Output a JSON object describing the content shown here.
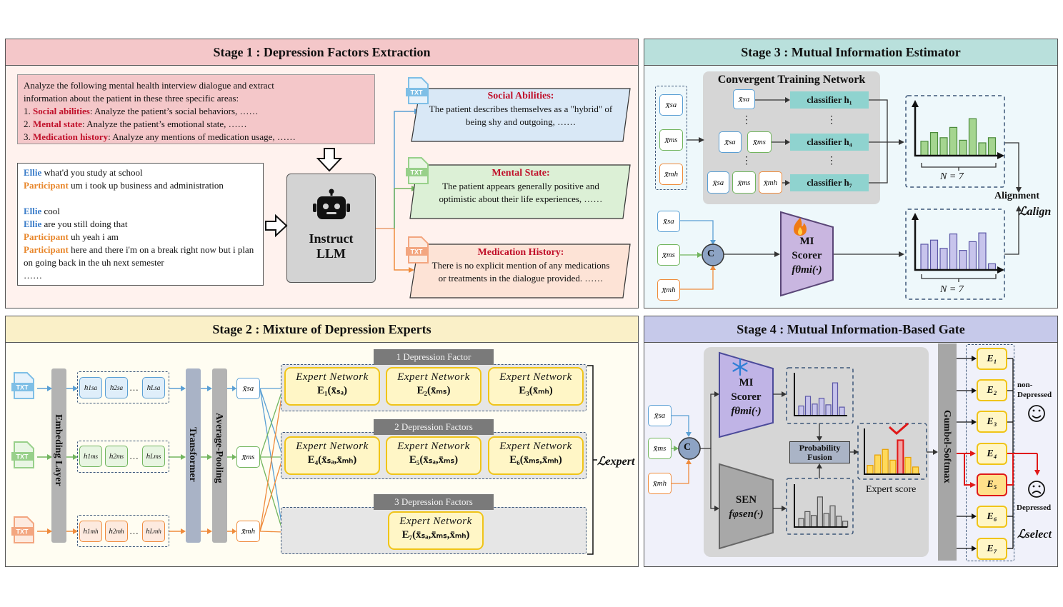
{
  "stage1": {
    "title": "Stage 1 : Depression Factors Extraction",
    "prompt_lines": [
      "Analyze the following mental health interview dialogue and extract",
      "information about the patient in these three specific areas:"
    ],
    "prompt_items": [
      {
        "num": "1. ",
        "key": "Social abilities",
        "rest": ": Analyze the patient’s social behaviors, ……"
      },
      {
        "num": "2. ",
        "key": "Mental state",
        "rest": ": Analyze the patient’s emotional state, ……"
      },
      {
        "num": "3. ",
        "key": "Medication history",
        "rest": ": Analyze any mentions of medication usage, ……"
      }
    ],
    "dialogue": [
      {
        "speaker": "Ellie",
        "text": " what'd you study at school"
      },
      {
        "speaker": "Participant",
        "text": " um i took up business and administration"
      },
      {
        "speaker": "Ellie",
        "text": " cool"
      },
      {
        "speaker": "Ellie",
        "text": " are you still doing that"
      },
      {
        "speaker": "Participant",
        "text": " uh yeah i am"
      },
      {
        "speaker": "Participant",
        "text": " here and there i'm on a break right now but i plan on going back in the uh next semester"
      }
    ],
    "dialogue_end": "……",
    "llm_label": [
      "Instruct",
      "LLM"
    ],
    "txt_label": "TXT",
    "outputs": [
      {
        "heading": "Social Abilities:",
        "body": "The patient describes themselves as a \"hybrid\" of being shy and outgoing, ……"
      },
      {
        "heading": "Mental State:",
        "body": "The patient appears generally positive and optimistic about their life experiences, ……"
      },
      {
        "heading": "Medication History:",
        "body": "There is no explicit mention of any medications or treatments in the dialogue provided. ……"
      }
    ]
  },
  "stage2": {
    "title": "Stage 2 : Mixture of Depression Experts",
    "embedding_label": "Embeding Layer",
    "transformer_label": "Transformer",
    "pooling_label": "Average-Pooling",
    "txt_label": "TXT",
    "factor_groups": [
      "1 Depression Factor",
      "2 Depression Factors",
      "3 Depression Factors"
    ],
    "expert_name": "Expert Network",
    "experts": [
      "E₁(x̄ₛₐ)",
      "E₂(x̄ₘₛ)",
      "E₃(x̄ₘₕ)",
      "E₄(x̄ₛₐ,x̄ₘₕ)",
      "E₅(x̄ₛₐ,x̄ₘₛ)",
      "E₆(x̄ₘₛ,x̄ₘₕ)",
      "E₇(x̄ₛₐ,x̄ₘₛ,x̄ₘₕ)"
    ],
    "loss_label": "ℒexpert"
  },
  "stage3": {
    "title": "Stage 3 : Mutual Information Estimator",
    "network_title": "Convergent Training Network",
    "classifiers": [
      "classifier h₁",
      "classifier h₄",
      "classifier h₇"
    ],
    "n_label_1": "N = 7",
    "n_label_2": "N = 7",
    "alignment_label": "Alignment",
    "loss_label": "ℒalign",
    "concat_label": "C",
    "scorer_label": [
      "MI",
      "Scorer",
      "fθmi(·)"
    ],
    "green_bars": [
      0.28,
      0.45,
      0.35,
      0.55,
      0.3,
      0.72,
      0.25,
      0.35
    ],
    "purple_bars": [
      0.5,
      0.58,
      0.42,
      0.7,
      0.38,
      0.55,
      0.72,
      0.12
    ]
  },
  "stage4": {
    "title": "Stage 4 : Mutual Information-Based Gate",
    "scorer_label": [
      "MI",
      "Scorer",
      "fθmi(·)"
    ],
    "sen_label": [
      "SEN",
      "fφsen(·)"
    ],
    "fusion_label": [
      "Probability",
      "Fusion"
    ],
    "expert_score_label": "Expert score",
    "gumbel_label": "Gumbel-Softmax",
    "experts": [
      "E₁",
      "E₂",
      "E₃",
      "E₄",
      "E₅",
      "E₆",
      "E₇"
    ],
    "non_depressed_label": [
      "non-",
      "Depressed"
    ],
    "depressed_label": "Depressed",
    "loss_label": "ℒselect",
    "concat_label": "C",
    "mi_bars": [
      0.25,
      0.5,
      0.3,
      0.45,
      0.28,
      0.85,
      0.22
    ],
    "sen_bars": [
      0.22,
      0.4,
      0.3,
      0.78,
      0.35,
      0.55,
      0.28,
      0.15
    ],
    "score_bars": [
      0.22,
      0.48,
      0.62,
      0.35,
      0.85,
      0.42,
      0.18
    ]
  },
  "colors": {
    "stage1_header": "#f4c7c9",
    "stage1_bg": "#fff2ee",
    "stage2_header": "#faf0c8",
    "stage2_bg": "#fffdf2",
    "stage3_header": "#b9e0dc",
    "stage3_bg": "#eef8fb",
    "stage4_header": "#c6c9ea",
    "stage4_bg": "#f0f1fa",
    "blue": "#5a9fd4",
    "green": "#72b55e",
    "orange": "#ef8b3c",
    "yellow": "#f0c418",
    "red": "#e01818"
  }
}
